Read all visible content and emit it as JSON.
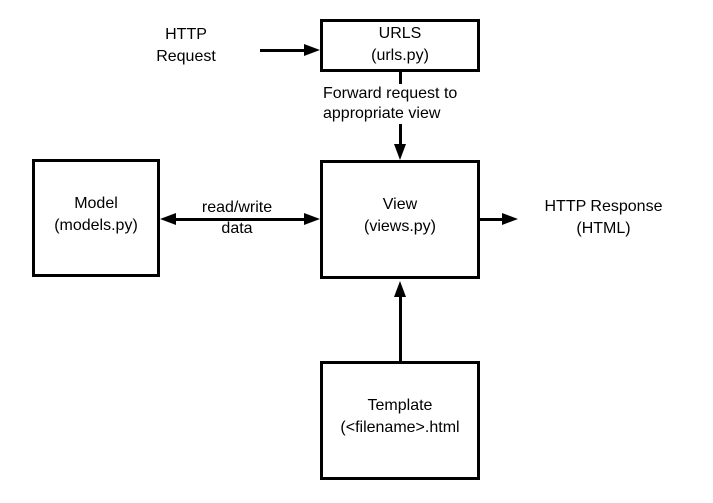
{
  "diagram": {
    "background_color": "#ffffff",
    "line_color": "#000000",
    "box_fill_color": "#ffffff",
    "nodes": {
      "urls": {
        "title": "URLS",
        "subtitle": "(urls.py)"
      },
      "model": {
        "title": "Model",
        "subtitle": "(models.py)"
      },
      "view": {
        "title": "View",
        "subtitle": "(views.py)"
      },
      "template": {
        "title": "Template",
        "subtitle": "(<filename>.html"
      }
    },
    "labels": {
      "http_request": "HTTP Request",
      "forward_request": "Forward request to appropriate view",
      "read_write": "read/write data",
      "http_response": "HTTP Response (HTML)"
    }
  }
}
